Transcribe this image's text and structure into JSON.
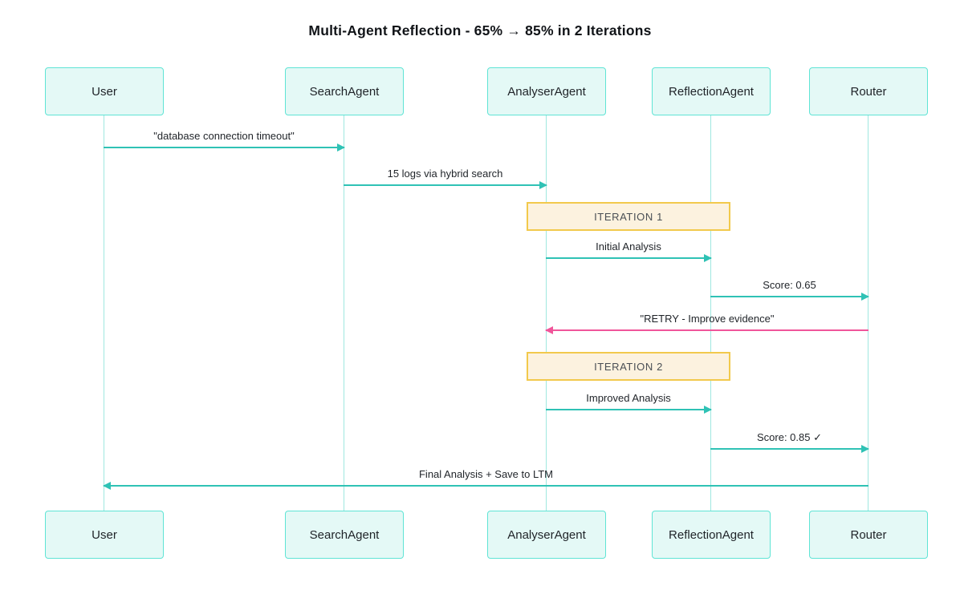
{
  "title": "Multi-Agent Reflection - 65% → 85% in 2 Iterations",
  "actors": [
    {
      "name": "User"
    },
    {
      "name": "SearchAgent"
    },
    {
      "name": "AnalyserAgent"
    },
    {
      "name": "ReflectionAgent"
    },
    {
      "name": "Router"
    }
  ],
  "iterations": [
    {
      "label": "ITERATION 1"
    },
    {
      "label": "ITERATION 2"
    }
  ],
  "messages": [
    {
      "label": "\"database connection timeout\"",
      "from": "User",
      "to": "SearchAgent",
      "color": "#2fc2b5"
    },
    {
      "label": "15 logs via hybrid search",
      "from": "SearchAgent",
      "to": "AnalyserAgent",
      "color": "#2fc2b5"
    },
    {
      "label": "Initial Analysis",
      "from": "AnalyserAgent",
      "to": "ReflectionAgent",
      "color": "#2fc2b5"
    },
    {
      "label": "Score: 0.65",
      "from": "ReflectionAgent",
      "to": "Router",
      "color": "#2fc2b5"
    },
    {
      "label": "\"RETRY - Improve evidence\"",
      "from": "Router",
      "to": "AnalyserAgent",
      "color": "#f0559a"
    },
    {
      "label": "Improved Analysis",
      "from": "AnalyserAgent",
      "to": "ReflectionAgent",
      "color": "#2fc2b5"
    },
    {
      "label": "Score: 0.85 ✓",
      "from": "ReflectionAgent",
      "to": "Router",
      "color": "#2fc2b5"
    },
    {
      "label": "Final Analysis + Save to LTM",
      "from": "Router",
      "to": "User",
      "color": "#2fc2b5"
    }
  ],
  "colors": {
    "actor_fill": "#e4f9f6",
    "actor_border": "#5fe4d5",
    "lifeline": "#9fe8e0",
    "arrow_teal": "#2fc2b5",
    "arrow_pink": "#f0559a",
    "iteration_fill": "#fcf2df",
    "iteration_border": "#f2c94c",
    "text": "#1f2328"
  }
}
